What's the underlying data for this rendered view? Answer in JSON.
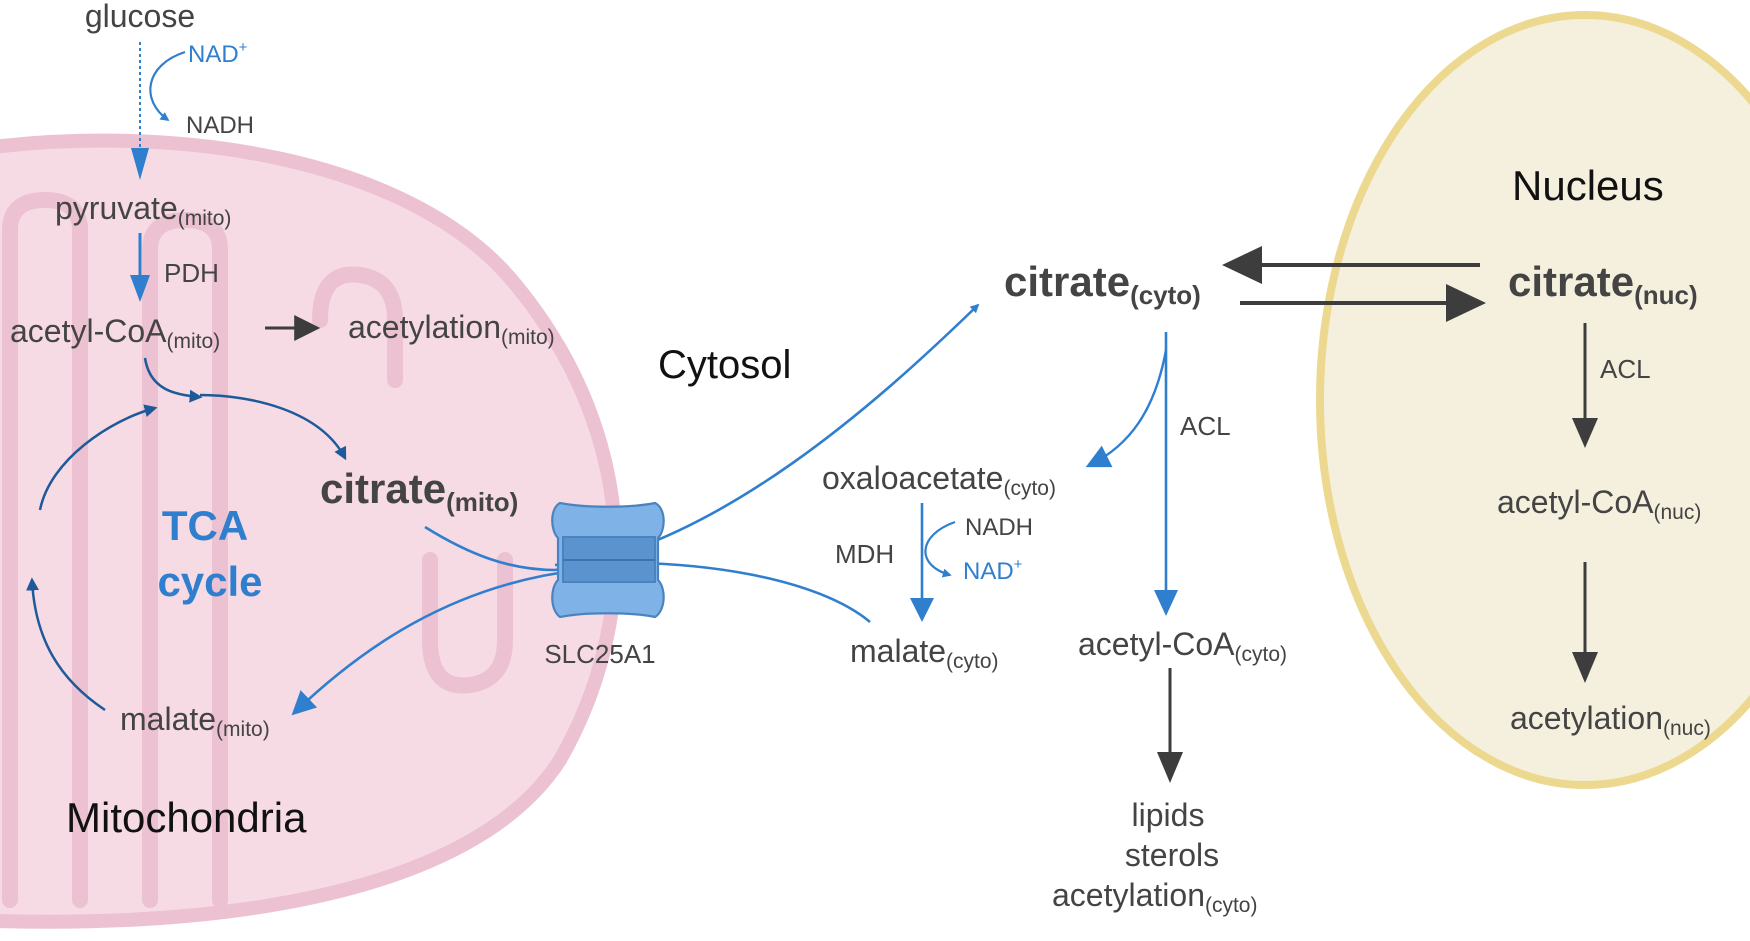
{
  "colors": {
    "blue": "#2f7fce",
    "dark_blue": "#1e5a9a",
    "dark": "#3d3d3d",
    "mito_fill": "#f6dbe5",
    "mito_stroke": "#ecc1d1",
    "nucleus_fill": "#f5f0de",
    "nucleus_stroke": "#ecd98f",
    "transporter": "#7fb2e6"
  },
  "compartments": {
    "mitochondria": "Mitochondria",
    "cytosol": "Cytosol",
    "nucleus": "Nucleus"
  },
  "transporter": {
    "name": "SLC25A1"
  },
  "metabolites": {
    "glucose": "glucose",
    "pyruvate": {
      "base": "pyruvate",
      "sub": "(mito)"
    },
    "acetyl_coa_mito": {
      "base": "acetyl-CoA",
      "sub": "(mito)"
    },
    "acetylation_mito": {
      "base": "acetylation",
      "sub": "(mito)"
    },
    "citrate_mito": {
      "base": "citrate",
      "sub": "(mito)"
    },
    "malate_mito": {
      "base": "malate",
      "sub": "(mito)"
    },
    "citrate_cyto": {
      "base": "citrate",
      "sub": "(cyto)"
    },
    "oxaloacetate_cyto": {
      "base": "oxaloacetate",
      "sub": "(cyto)"
    },
    "malate_cyto": {
      "base": "malate",
      "sub": "(cyto)"
    },
    "acetyl_coa_cyto": {
      "base": "acetyl-CoA",
      "sub": "(cyto)"
    },
    "lipids": "lipids",
    "sterols": "sterols",
    "acetylation_cyto": {
      "base": "acetylation",
      "sub": "(cyto)"
    },
    "citrate_nuc": {
      "base": "citrate",
      "sub": "(nuc)"
    },
    "acetyl_coa_nuc": {
      "base": "acetyl-CoA",
      "sub": "(nuc)"
    },
    "acetylation_nuc": {
      "base": "acetylation",
      "sub": "(nuc)"
    }
  },
  "cofactors": {
    "nad_top": {
      "base": "NAD",
      "sup": "+"
    },
    "nadh_top": "NADH",
    "nadh_mdh": "NADH",
    "nad_mdh": {
      "base": "NAD",
      "sup": "+"
    }
  },
  "enzymes": {
    "pdh": "PDH",
    "mdh": "MDH",
    "acl_cyto": "ACL",
    "acl_nuc": "ACL"
  },
  "cycle": {
    "line1": "TCA",
    "line2": "cycle"
  }
}
